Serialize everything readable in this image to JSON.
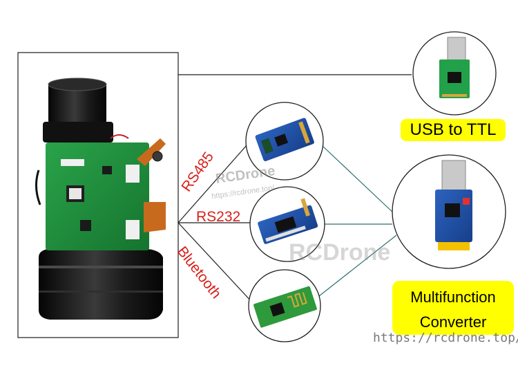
{
  "labels": {
    "usb_to_ttl": "USB to TTL",
    "multifunction_line1": "Multifunction",
    "multifunction_line2": "Converter",
    "rs485": "RS485",
    "rs232": "RS232",
    "bluetooth": "Bluetooth"
  },
  "watermarks": {
    "brand_small": "RCDrone",
    "url_small": "https://rcdrone.top/",
    "brand_large": "RCDrone",
    "url_corner": "https://rcdrone.top/"
  },
  "components": {
    "main_module": "laser-rangefinder-module",
    "rs485_board": "rs485-converter-board",
    "rs232_board": "rs232-converter-board",
    "bluetooth_board": "bluetooth-module-board",
    "usb_ttl_board": "usb-to-ttl-adapter",
    "multifunction_board": "multifunction-converter"
  },
  "colors": {
    "pcb_green": "#1f8f3a",
    "pcb_blue": "#1f4fa3",
    "label_yellow": "#ffff00",
    "label_red": "#d8201a",
    "line_dark": "#1d1d1d",
    "line_teal": "#2f6f70"
  }
}
